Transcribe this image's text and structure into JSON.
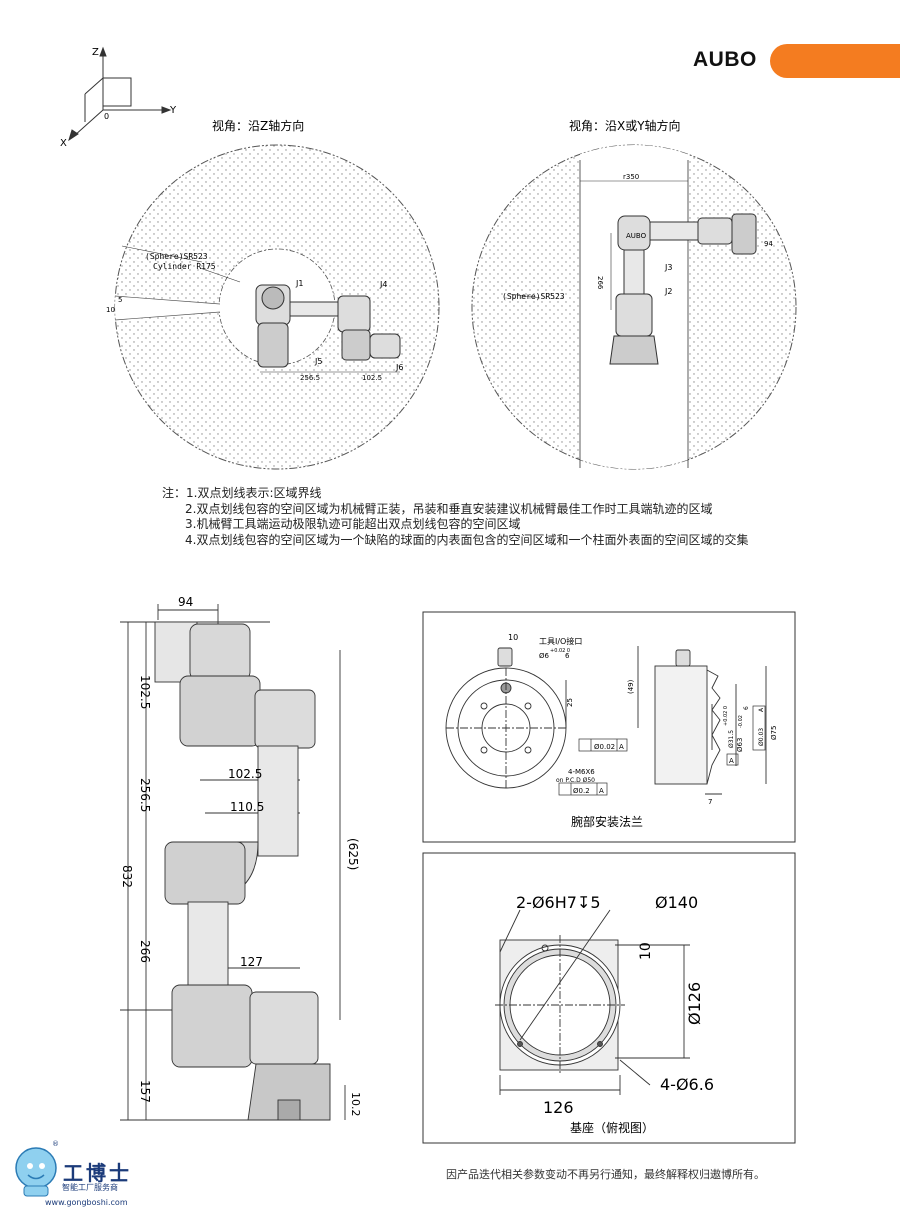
{
  "brand": {
    "name": "AUBO",
    "accent": "#f47c20"
  },
  "axes": {
    "z": "Z",
    "y": "Y",
    "x": "X",
    "origin": "0"
  },
  "views": {
    "top": {
      "title": "视角：沿Z轴方向",
      "sphere": "(Sphere)SR523",
      "cylinder": "Cylinder R175",
      "j1": "J1",
      "j4": "J4",
      "j5": "J5",
      "j6": "J6",
      "dim_a": "256.5",
      "dim_b": "102.5",
      "dim_5": "5",
      "dim_10": "10"
    },
    "side": {
      "title": "视角：沿X或Y轴方向",
      "r350": "r350",
      "sphere": "(Sphere)SR523",
      "j2": "J2",
      "j3": "J3",
      "dim_266": "266",
      "dim_94": "94",
      "logo": "AUBO"
    }
  },
  "notes": [
    "注：1.双点划线表示:区域界线",
    "2.双点划线包容的空间区域为机械臂正装，吊装和垂直安装建议机械臂最佳工作时工具端轨迹的区域",
    "3.机械臂工具端运动极限轨迹可能超出双点划线包容的空间区域",
    "4.双点划线包容的空间区域为一个缺陷的球面的内表面包含的空间区域和一个柱面外表面的空间区域的交集"
  ],
  "arm_drawing": {
    "d94": "94",
    "d102_5": "102.5",
    "d256_5": "256.5",
    "d832": "832",
    "d266": "266",
    "d157": "157",
    "d625": "(625)",
    "d102_5b": "102.5",
    "d110_5": "110.5",
    "d127": "127",
    "d10_2": "10.2"
  },
  "flange": {
    "title": "腕部安装法兰",
    "tool_io": "工具I/O接口",
    "d10": "10",
    "d6": "Ø6",
    "d6_tol": "+0.02 0",
    "d6_depth": "6",
    "d25": "25",
    "d49": "(49)",
    "bolts": "4-M6X6",
    "pcd": "on P.C.D Ø50",
    "tol1": "Ø0.02",
    "tol1_ref": "A",
    "tol2": "Ø0.2",
    "tol2_ref": "A",
    "d63": "Ø63",
    "d63_tol": "-0.02",
    "d31_5": "Ø31.5",
    "d31_5_tol": "+0.02 0",
    "d_6": "6",
    "tol3": "Ø0.03",
    "tol3_ref": "A",
    "d75": "Ø75",
    "datum": "A",
    "d7": "7"
  },
  "base": {
    "title": "基座（俯视图）",
    "holes2": "2-Ø6H7↧5",
    "d140": "Ø140",
    "d10": "10",
    "d126v": "Ø126",
    "d126h": "126",
    "holes4": "4-Ø6.6"
  },
  "footer": {
    "disclaimer": "因产品迭代相关参数变动不再另行通知，最终解释权归遨博所有。"
  },
  "watermark": {
    "name": "工博士",
    "sub": "智能工厂服务商",
    "url": "www.gongboshi.com",
    "reg": "®"
  }
}
